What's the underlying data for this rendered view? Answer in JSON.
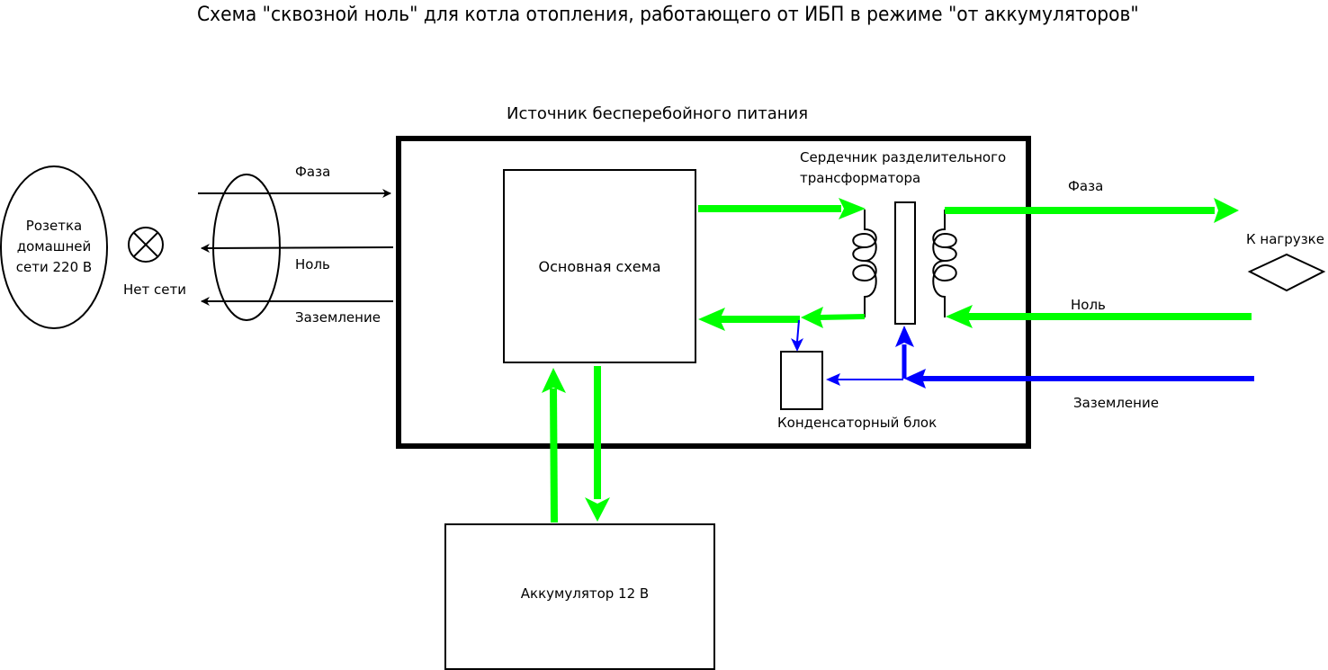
{
  "title": "Схема \"сквозной ноль\" для котла отопления, работающего от ИБП в режиме \"от аккумуляторов\"",
  "colors": {
    "power_flow": "#00ff00",
    "ground": "#0000ff",
    "outline": "#000000"
  },
  "outlet": {
    "label_line1": "Розетка",
    "label_line2": "домашней",
    "label_line3": "сети 220 В",
    "status_icon": "lamp-off-icon",
    "status_label": "Нет сети"
  },
  "input_wires": {
    "phase": "Фаза",
    "neutral": "Ноль",
    "ground": "Заземление"
  },
  "ups": {
    "label": "Источник бесперебойного питания",
    "main_circuit": "Основная схема",
    "transformer_label_line1": "Сердечник разделительного",
    "transformer_label_line2": "трансформатора",
    "capacitor_block": "Конденсаторный блок"
  },
  "output_wires": {
    "phase": "Фаза",
    "neutral": "Ноль",
    "ground": "Заземление",
    "load_label": "К нагрузке"
  },
  "battery": {
    "label": "Аккумулятор 12 В"
  }
}
